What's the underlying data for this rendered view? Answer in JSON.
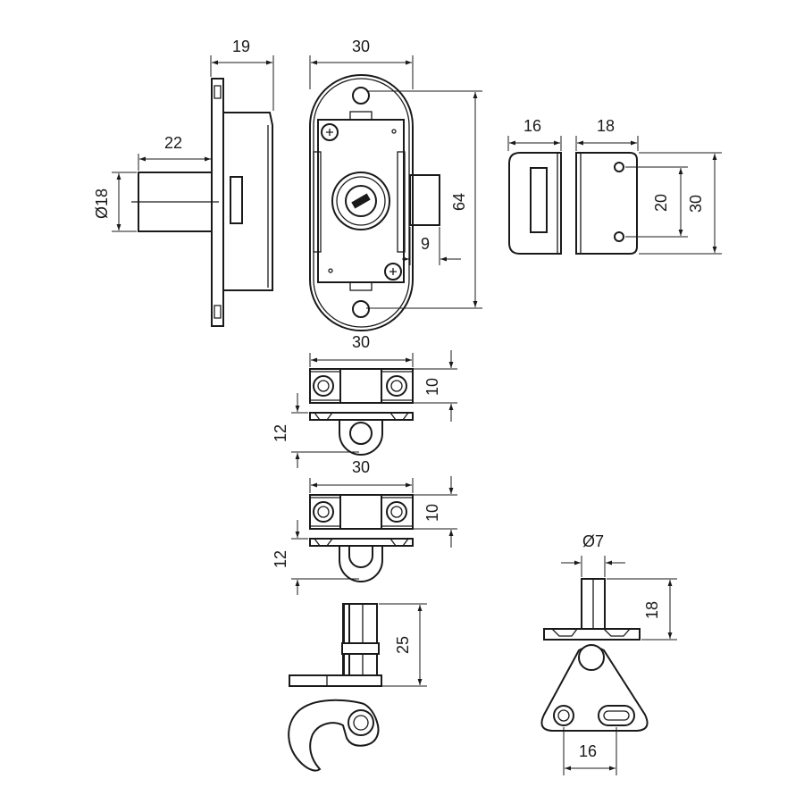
{
  "dimensions": {
    "side_width": "19",
    "cylinder_length": "22",
    "cylinder_diameter": "Ø18",
    "body_width": "30",
    "body_height": "64",
    "bolt_offset": "9",
    "keeper_depth": "16",
    "plate_width": "18",
    "plate_hole_spacing": "20",
    "plate_height": "30",
    "strike1_width": "30",
    "strike1_height": "10",
    "strike1_depth": "12",
    "strike2_width": "30",
    "strike2_height": "10",
    "strike2_depth": "12",
    "hook_height": "25",
    "pin_diameter": "Ø7",
    "pin_height": "18",
    "triangle_hole_spacing": "16"
  }
}
